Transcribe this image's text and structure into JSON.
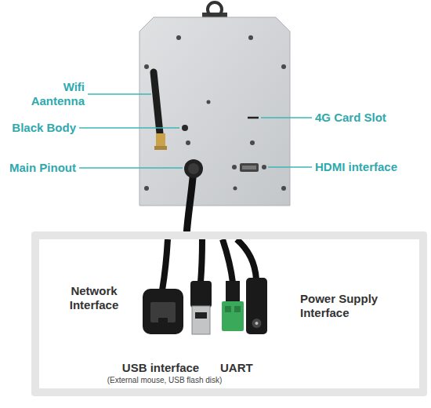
{
  "diagram": {
    "nodes": [
      {
        "text": [
          "Network Interface",
          "Power Supply Interface",
          "USB interface",
          "(External mouse, USB flash disk)",
          "UART"
        ]
      }
    ],
    "labels": [
      "Wifi Aantenna",
      "Black Body",
      "Main Pinout",
      "4G Card Slot",
      "HDMI interface"
    ]
  }
}
